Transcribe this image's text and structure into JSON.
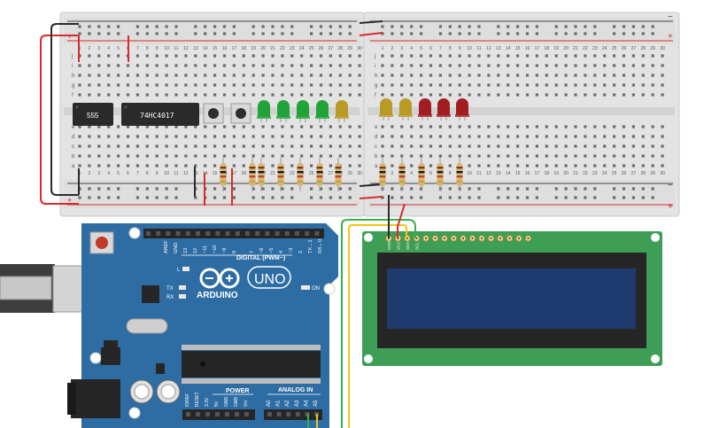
{
  "breadboard": {
    "column_numbers": [
      "1",
      "2",
      "3",
      "4",
      "5",
      "6",
      "7",
      "8",
      "9",
      "10",
      "11",
      "12",
      "13",
      "14",
      "15",
      "16",
      "17",
      "18",
      "19",
      "20",
      "21",
      "22",
      "23",
      "24",
      "25",
      "26",
      "27",
      "28",
      "29",
      "30"
    ],
    "row_letters_top": [
      "j",
      "i",
      "h",
      "g",
      "f"
    ],
    "row_letters_bottom": [
      "e",
      "d",
      "c",
      "b",
      "a"
    ],
    "rail_plus": "+",
    "rail_minus": "−"
  },
  "chips": {
    "timer_label": "555",
    "counter_label": "74HC4017"
  },
  "leds": {
    "left": [
      "#22a33a",
      "#22a33a",
      "#22a33a",
      "#22a33a",
      "#b99a25"
    ],
    "right": [
      "#b99a25",
      "#b99a25",
      "#a11d22",
      "#a11d22",
      "#a11d22"
    ]
  },
  "arduino": {
    "board_color": "#2e6da4",
    "logo_text": "ARDUINO",
    "model_text": "UNO",
    "digital_label": "DIGITAL (PWM~)",
    "power_label": "POWER",
    "analog_label": "ANALOG IN",
    "led_l": "L",
    "led_tx": "TX",
    "led_rx": "RX",
    "led_on": "ON",
    "digital_pins": [
      "AREF",
      "GND",
      "13",
      "12",
      "~11",
      "~10",
      "~9",
      "8",
      "7",
      "~6",
      "~5",
      "4",
      "~3",
      "2",
      "TX→1",
      "RX←0"
    ],
    "power_pins": [
      "IOREF",
      "RESET",
      "3.3V",
      "5V",
      "GND",
      "GND",
      "Vin"
    ],
    "analog_pins": [
      "A0",
      "A1",
      "A2",
      "A3",
      "A4",
      "A5"
    ]
  },
  "lcd": {
    "board_color": "#3e9e55",
    "screen_color": "#1f3a6e",
    "pin_labels": [
      "GND",
      "VCC",
      "SDA",
      "SCL"
    ]
  },
  "colors": {
    "wire_red": "#d62c2c",
    "wire_black": "#2b2b2b",
    "wire_green": "#35b34a",
    "wire_yellow": "#f2c318",
    "breadboard": "#e6e6e6"
  }
}
